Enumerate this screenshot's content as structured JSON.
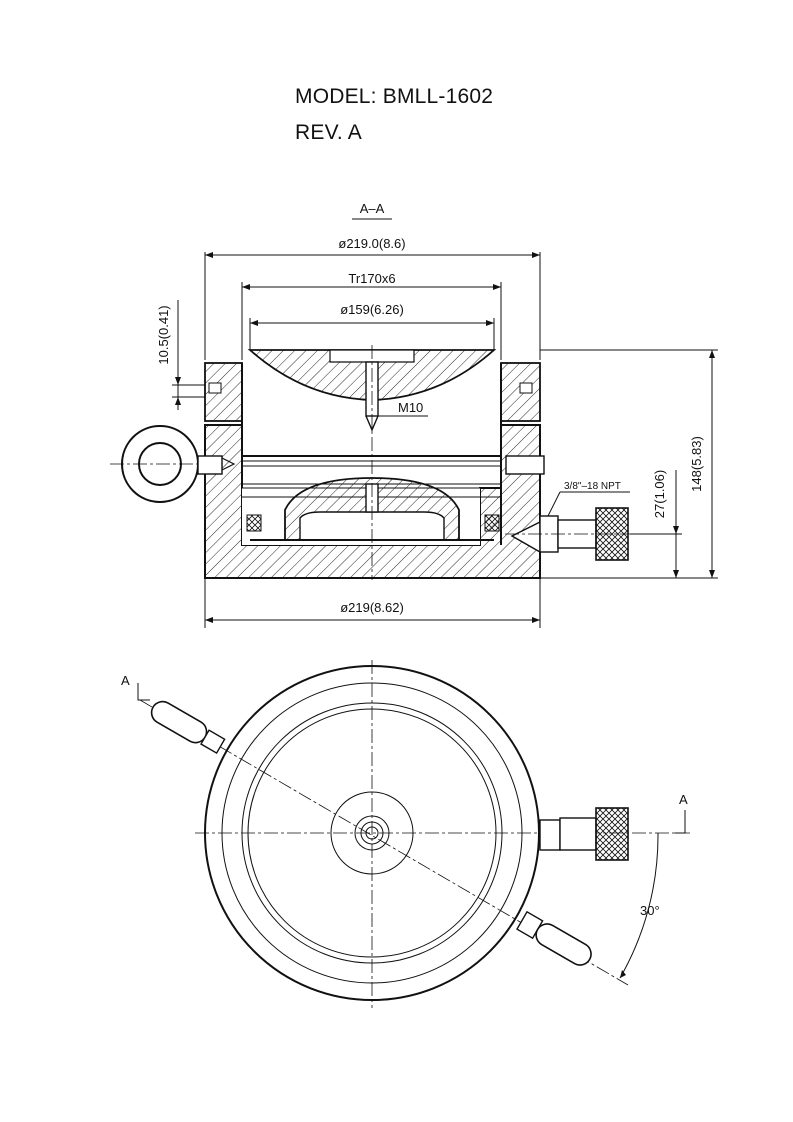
{
  "header": {
    "model": "MODEL: BMLL-1602",
    "revision": "REV. A"
  },
  "section_view": {
    "label": "A–A",
    "dim_top_outer": "ø219.0(8.6)",
    "dim_thread": "Tr170x6",
    "dim_saddle": "ø159(6.26)",
    "dim_bottom": "ø219(8.62)",
    "dim_height": "148(5.83)",
    "dim_port_height": "27(1.06)",
    "dim_step": "10.5(0.41)",
    "label_bolt": "M10",
    "label_port": "3/8\"–18 NPT"
  },
  "plan_view": {
    "section_mark_left": "A",
    "section_mark_right": "A",
    "angle": "30°"
  }
}
